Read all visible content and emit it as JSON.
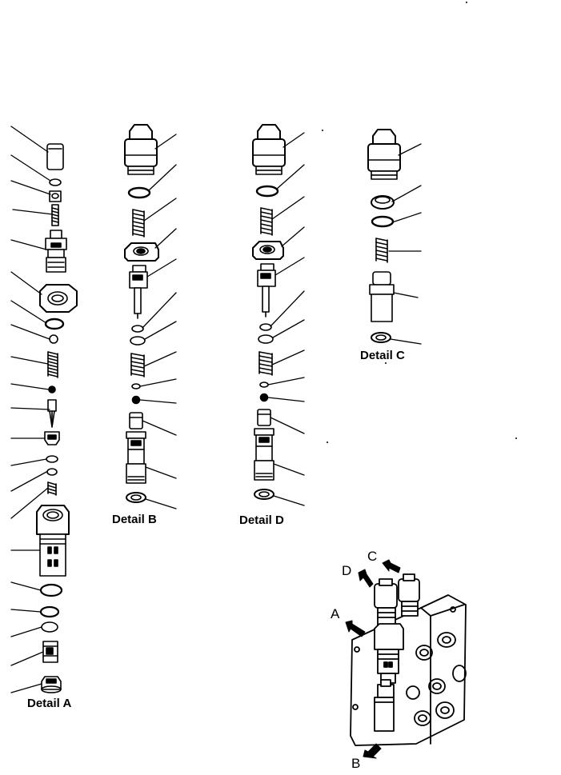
{
  "labels": {
    "detail_a": "Detail A",
    "detail_b": "Detail B",
    "detail_c": "Detail C",
    "detail_d": "Detail D"
  },
  "view_letters": {
    "a": "A",
    "b": "B",
    "c": "C",
    "d": "D"
  },
  "colors": {
    "ink": "#000000",
    "paper": "#ffffff"
  }
}
